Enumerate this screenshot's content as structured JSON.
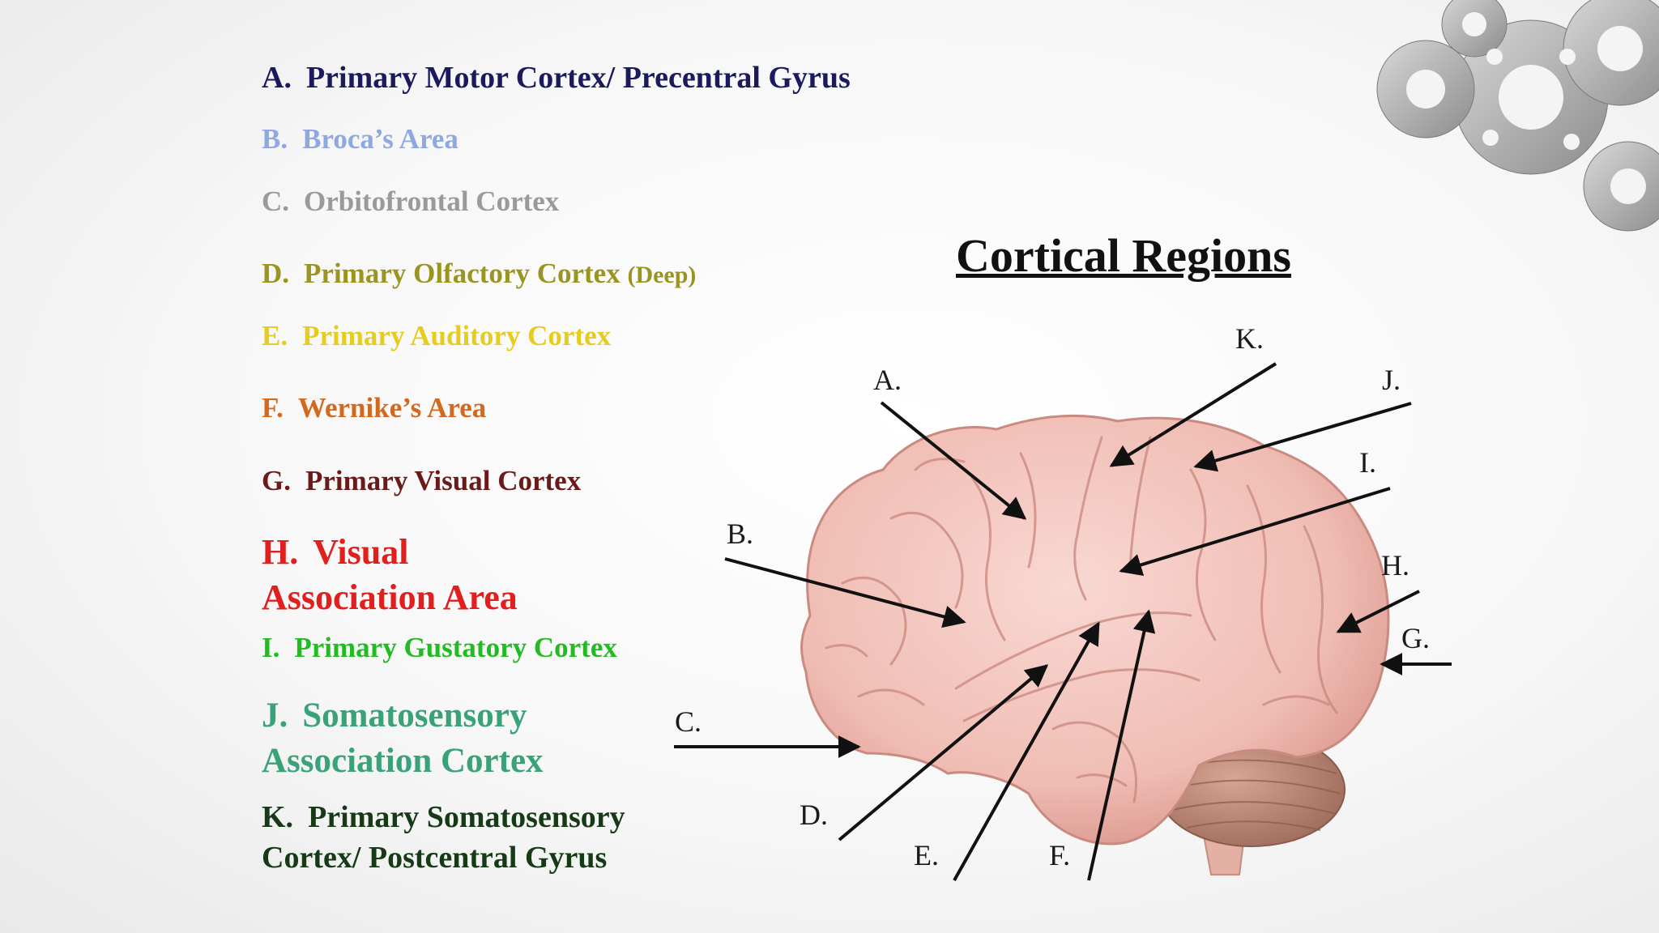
{
  "title": "Cortical Regions",
  "legend": [
    {
      "letter": "A.",
      "text": "Primary Motor Cortex/ Precentral Gyrus",
      "color": "#1a1a5c"
    },
    {
      "letter": "B.",
      "text": "Broca’s Area",
      "color": "#8fa8e0"
    },
    {
      "letter": "C.",
      "text": "Orbitofrontal Cortex",
      "color": "#9a9a9a"
    },
    {
      "letter": "D.",
      "text": "Primary Olfactory Cortex",
      "note": "(Deep)",
      "color": "#9a9420"
    },
    {
      "letter": "E.",
      "text": "Primary Auditory Cortex",
      "color": "#e6cc1f"
    },
    {
      "letter": "F.",
      "text": "Wernike’s Area",
      "color": "#d2691e"
    },
    {
      "letter": "G.",
      "text": "Primary Visual Cortex",
      "color": "#6b1a1a"
    },
    {
      "letter": "H.",
      "text": "Visual",
      "text2": "Association Area",
      "color": "#e01f1f"
    },
    {
      "letter": "I.",
      "text": "Primary Gustatory Cortex",
      "color": "#22bb22"
    },
    {
      "letter": "J.",
      "text": "Somatosensory",
      "text2": "Association Cortex",
      "color": "#3aa278"
    },
    {
      "letter": "K.",
      "text": "Primary Somatosensory",
      "text2": "Cortex/ Postcentral Gyrus",
      "color": "#163a16"
    }
  ],
  "diagram_labels": [
    "A.",
    "B.",
    "C.",
    "D.",
    "E.",
    "F.",
    "G.",
    "H.",
    "I.",
    "J.",
    "K."
  ],
  "colors": {
    "arrow": "#111111",
    "brain": "#f2c4bd",
    "brain_shadow": "#d99a92",
    "cerebellum": "#c8907e",
    "gear": "#a8a8a8"
  }
}
